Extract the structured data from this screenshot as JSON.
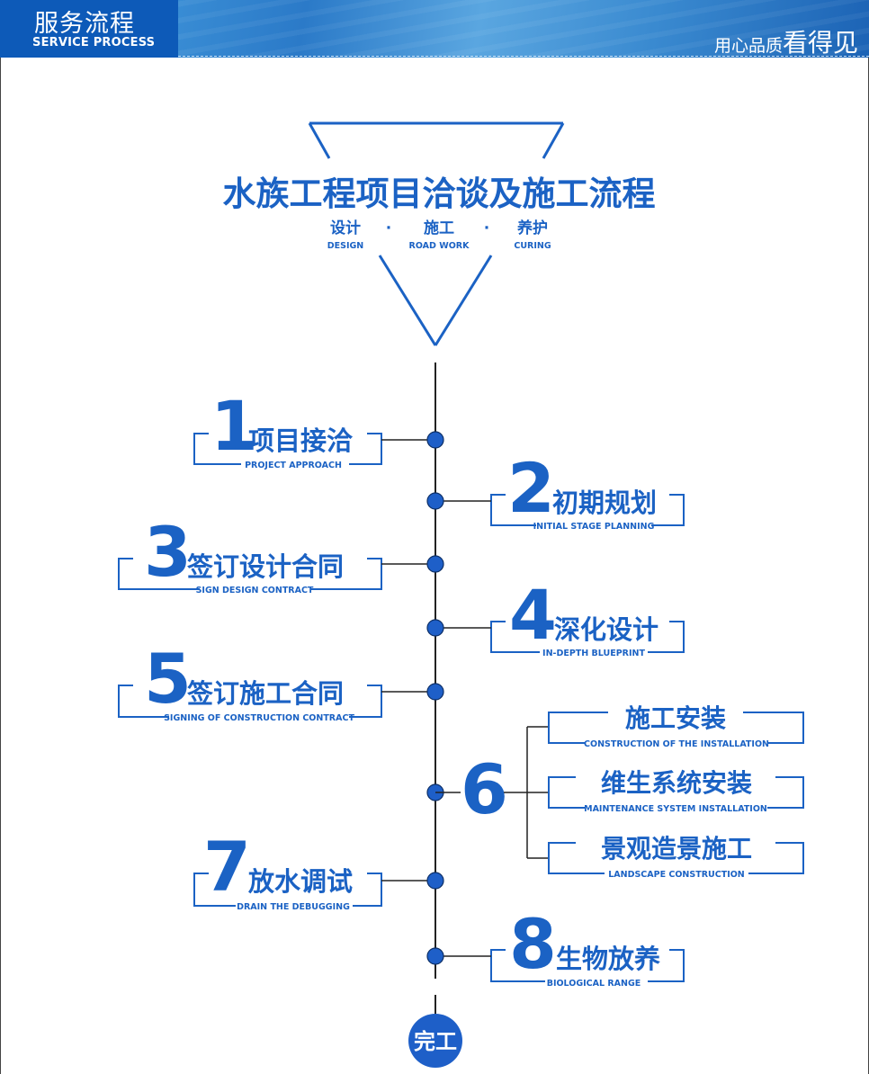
{
  "header": {
    "title": "服务流程",
    "subtitle": "SERVICE PROCESS",
    "slogan_small": "用心品质",
    "slogan_big": "看得见"
  },
  "diagram": {
    "title": "水族工程项目洽谈及施工流程",
    "categories": [
      {
        "label": "设计",
        "en": "DESIGN"
      },
      {
        "label": "施工",
        "en": "ROAD WORK"
      },
      {
        "label": "养护",
        "en": "CURING"
      }
    ],
    "separator": "·",
    "steps": [
      {
        "num": "1",
        "label": "项目接洽",
        "en": "PROJECT APPROACH"
      },
      {
        "num": "2",
        "label": "初期规划",
        "en": "INITIAL STAGE PLANNING"
      },
      {
        "num": "3",
        "label": "签订设计合同",
        "en": "SIGN DESIGN CONTRACT"
      },
      {
        "num": "4",
        "label": "深化设计",
        "en": "IN-DEPTH BLUEPRINT"
      },
      {
        "num": "5",
        "label": "签订施工合同",
        "en": "SIGNING OF CONSTRUCTION CONTRACT"
      },
      {
        "num": "6",
        "substeps": [
          {
            "label": "施工安装",
            "en": "CONSTRUCTION OF THE INSTALLATION"
          },
          {
            "label": "维生系统安装",
            "en": "MAINTENANCE SYSTEM INSTALLATION"
          },
          {
            "label": "景观造景施工",
            "en": "LANDSCAPE CONSTRUCTION"
          }
        ]
      },
      {
        "num": "7",
        "label": "放水调试",
        "en": "DRAIN THE DEBUGGING"
      },
      {
        "num": "8",
        "label": "生物放养",
        "en": "BIOLOGICAL RANGE"
      }
    ],
    "end_label": "完工"
  },
  "colors": {
    "primary": "#1b62c4",
    "node": "#1e5fc8",
    "line": "#222222"
  }
}
